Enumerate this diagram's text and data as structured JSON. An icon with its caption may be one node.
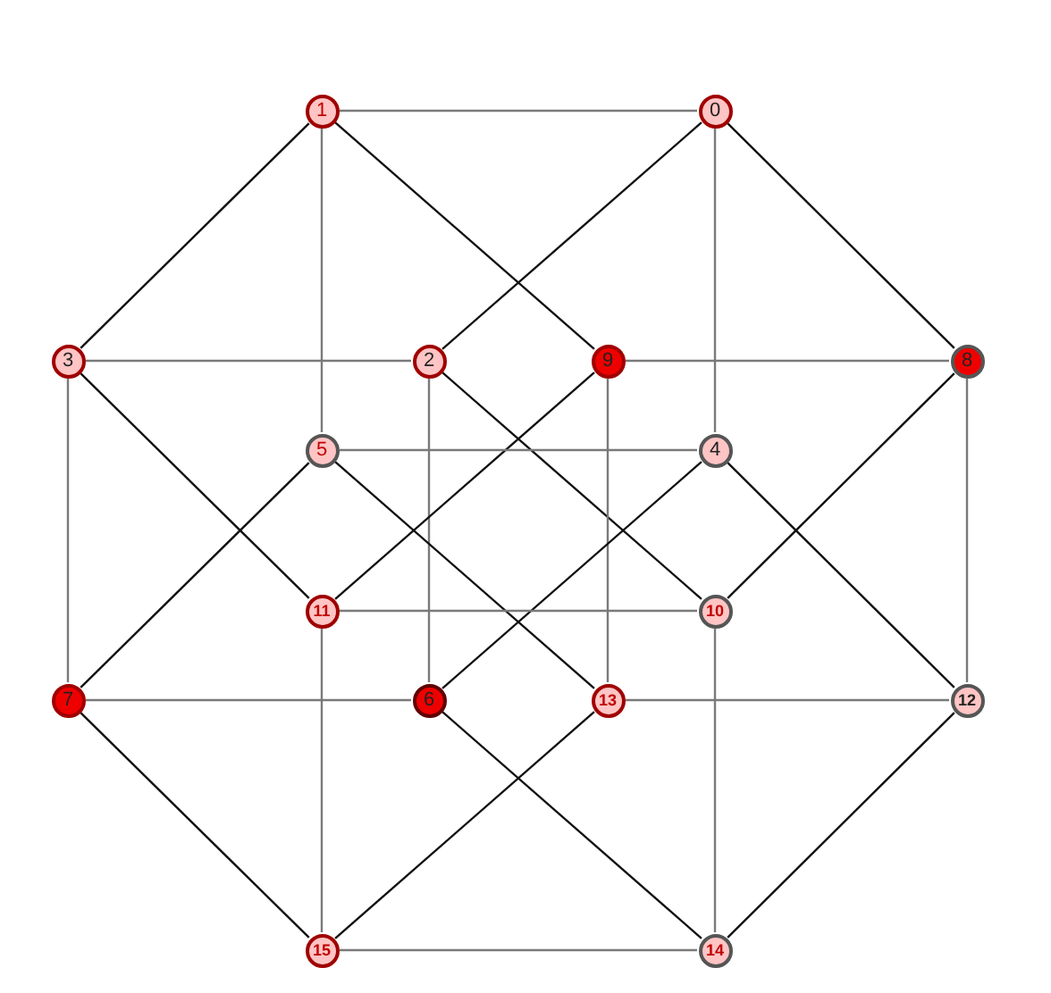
{
  "diagram": {
    "nodes": [
      {
        "text": [
          "0"
        ]
      },
      {
        "text": [
          "1"
        ]
      },
      {
        "text": [
          "2"
        ]
      },
      {
        "text": [
          "3"
        ]
      },
      {
        "text": [
          "4"
        ]
      },
      {
        "text": [
          "5"
        ]
      },
      {
        "text": [
          "6"
        ]
      },
      {
        "text": [
          "7"
        ]
      },
      {
        "text": [
          "8"
        ]
      },
      {
        "text": [
          "9"
        ]
      },
      {
        "text": [
          "10"
        ]
      },
      {
        "text": [
          "11"
        ]
      },
      {
        "text": [
          "12"
        ]
      },
      {
        "text": [
          "13"
        ]
      },
      {
        "text": [
          "14"
        ]
      },
      {
        "text": [
          "15"
        ]
      }
    ],
    "edges": [
      {
        "from": 1,
        "to": 0,
        "arrow": "none"
      },
      {
        "from": 0,
        "to": 2,
        "arrow": "none",
        "color": "#111111"
      },
      {
        "from": 0,
        "to": 4,
        "arrow": "none"
      },
      {
        "from": 0,
        "to": 8,
        "arrow": "none",
        "color": "#111111"
      },
      {
        "from": 1,
        "to": 3,
        "arrow": "none",
        "color": "#111111"
      },
      {
        "from": 1,
        "to": 5,
        "arrow": "none"
      },
      {
        "from": 1,
        "to": 9,
        "arrow": "none",
        "color": "#111111"
      },
      {
        "from": 3,
        "to": 2,
        "arrow": "none"
      },
      {
        "from": 9,
        "to": 8,
        "arrow": "none"
      },
      {
        "from": 3,
        "to": 7,
        "arrow": "none"
      },
      {
        "from": 3,
        "to": 11,
        "arrow": "none",
        "color": "#111111"
      },
      {
        "from": 2,
        "to": 6,
        "arrow": "none"
      },
      {
        "from": 2,
        "to": 10,
        "arrow": "none",
        "color": "#111111"
      },
      {
        "from": 9,
        "to": 11,
        "arrow": "none",
        "color": "#111111"
      },
      {
        "from": 9,
        "to": 13,
        "arrow": "none"
      },
      {
        "from": 8,
        "to": 12,
        "arrow": "none"
      },
      {
        "from": 8,
        "to": 10,
        "arrow": "none",
        "color": "#111111"
      },
      {
        "from": 5,
        "to": 4,
        "arrow": "none"
      },
      {
        "from": 5,
        "to": 7,
        "arrow": "none",
        "color": "#111111"
      },
      {
        "from": 5,
        "to": 13,
        "arrow": "none",
        "color": "#111111"
      },
      {
        "from": 4,
        "to": 6,
        "arrow": "none",
        "color": "#111111"
      },
      {
        "from": 4,
        "to": 12,
        "arrow": "none",
        "color": "#111111"
      },
      {
        "from": 11,
        "to": 10,
        "arrow": "none"
      },
      {
        "from": 11,
        "to": 15,
        "arrow": "none"
      },
      {
        "from": 10,
        "to": 14,
        "arrow": "none"
      },
      {
        "from": 7,
        "to": 6,
        "arrow": "none"
      },
      {
        "from": 13,
        "to": 12,
        "arrow": "none"
      },
      {
        "from": 7,
        "to": 15,
        "arrow": "none",
        "color": "#111111"
      },
      {
        "from": 6,
        "to": 14,
        "arrow": "none",
        "color": "#111111"
      },
      {
        "from": 13,
        "to": 15,
        "arrow": "none",
        "color": "#111111"
      },
      {
        "from": 12,
        "to": 14,
        "arrow": "none",
        "color": "#111111"
      },
      {
        "from": 15,
        "to": 14,
        "arrow": "none"
      }
    ]
  }
}
